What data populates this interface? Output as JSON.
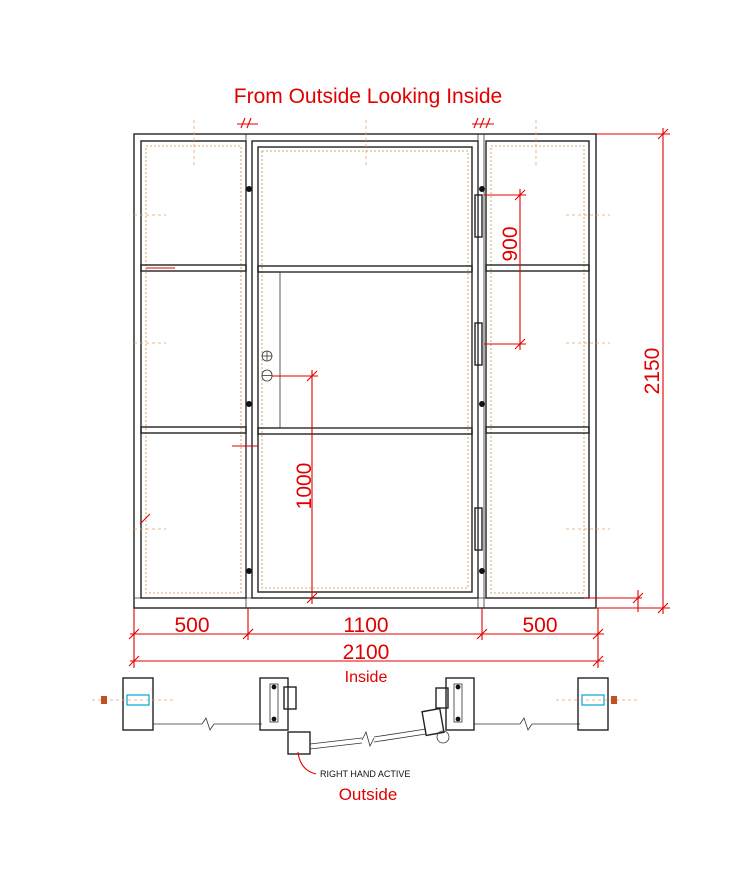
{
  "title": "From Outside Looking Inside",
  "dimensions": {
    "left_sidelite": "500",
    "door": "1100",
    "right_sidelite": "500",
    "overall_width": "2100",
    "overall_height": "2150",
    "handle_height": "1000",
    "hinge_spacing": "900"
  },
  "plan_labels": {
    "inside": "Inside",
    "outside": "Outside",
    "swing_note": "RIGHT HAND ACTIVE"
  },
  "colors": {
    "dimension": "#e00000",
    "frame": "#222222",
    "glass_centerline": "#c8914a"
  }
}
